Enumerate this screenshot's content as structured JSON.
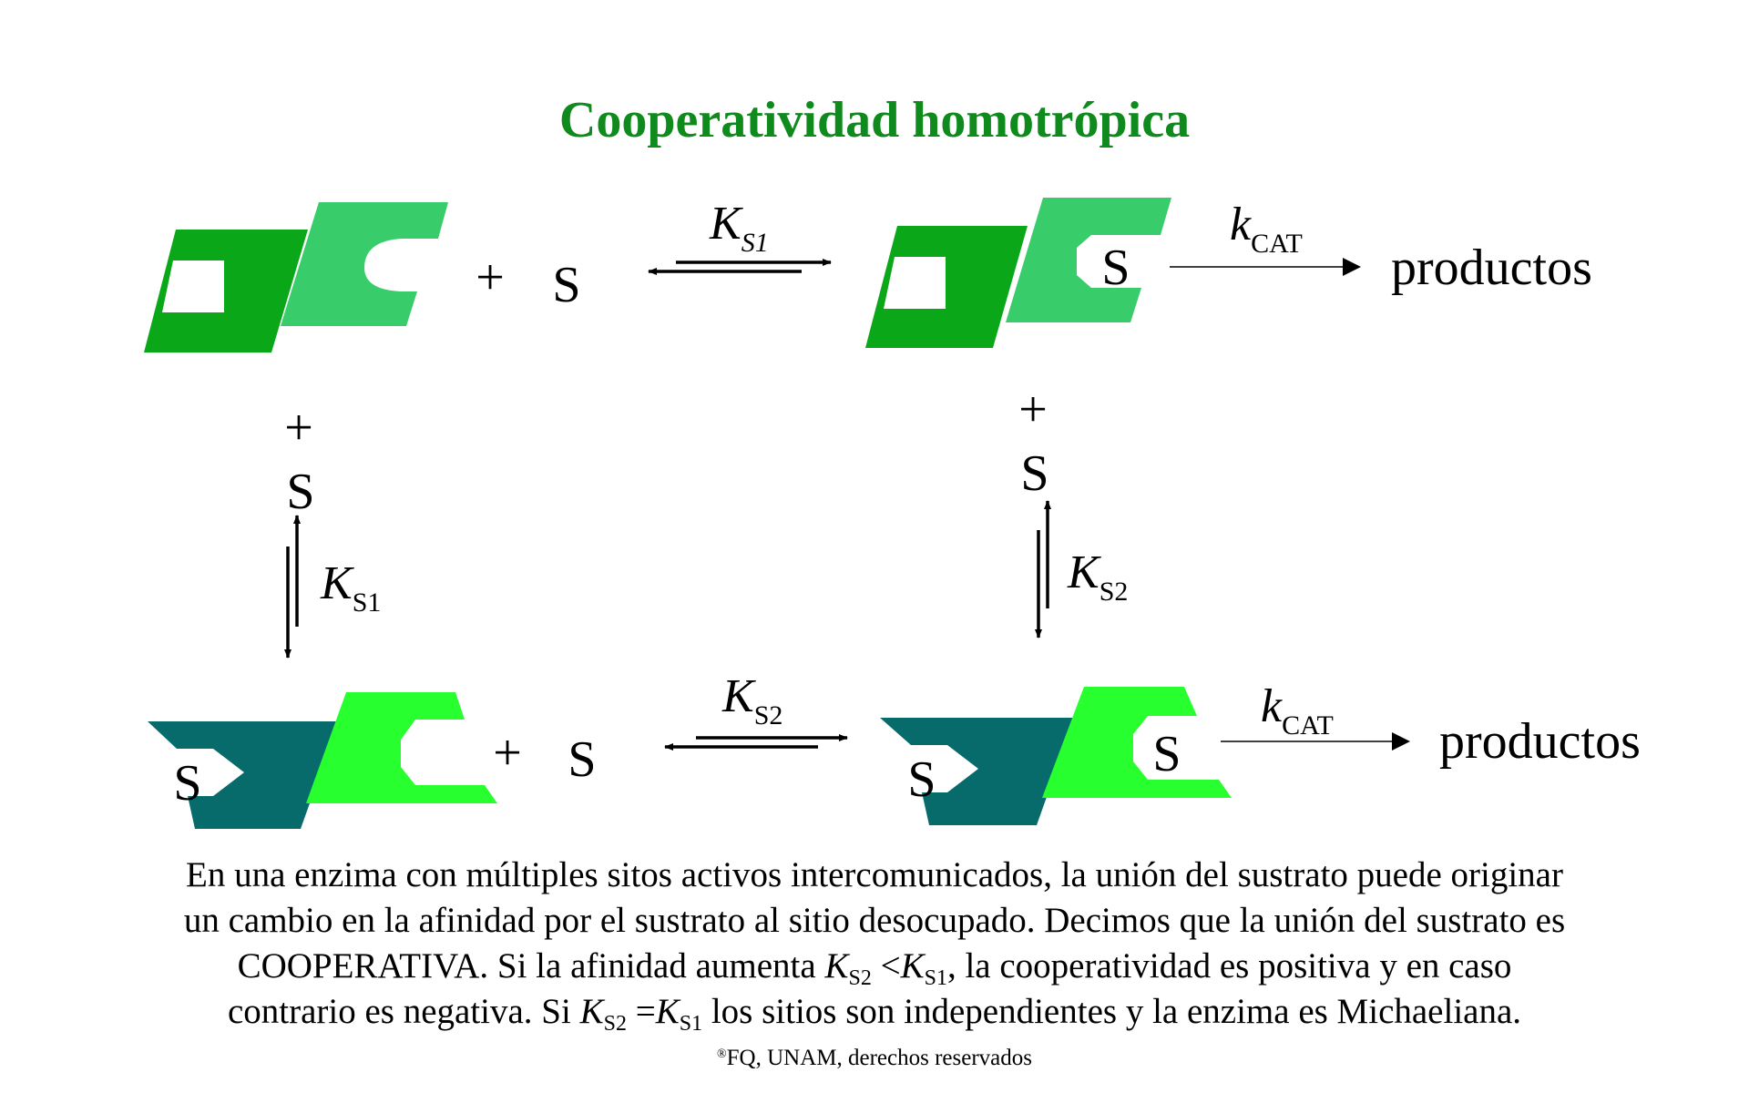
{
  "title": "Cooperatividad homotrópica",
  "symbols": {
    "plus": "+",
    "substrate": "S",
    "k_letter": "K",
    "kcat_letter": "k"
  },
  "constants": {
    "ks1_italic": "S1",
    "ks1": "S1",
    "ks2": "S2",
    "kcat": "CAT"
  },
  "products_label": "productos",
  "colors": {
    "title": "#0f8a1c",
    "subunit_dark_green": "#0aa818",
    "subunit_light_green": "#38cc6a",
    "subunit_teal": "#076b6b",
    "subunit_bright_green": "#28ff2e"
  },
  "caption": {
    "line1": "En una enzima con múltiples sitos activos intercomunicados, la unión del sustrato puede originar",
    "line2": "un cambio en la afinidad por el sustrato al sitio desocupado. Decimos que la unión del sustrato es",
    "line3_a": "COOPERATIVA. Si la afinidad aumenta ",
    "line3_k1": "K",
    "line3_s2": "S2",
    "line3_lt": " <",
    "line3_k2": "K",
    "line3_s1": "S1",
    "line3_b": ", la cooperatividad es positiva y en caso",
    "line4_a": "contrario es negativa. Si ",
    "line4_k1": "K",
    "line4_s2": "S2",
    "line4_eq": " =",
    "line4_k2": "K",
    "line4_s1": "S1",
    "line4_b": " los sitios son independientes y la enzima es Michaeliana."
  },
  "copyright": {
    "mark": "®",
    "text": "FQ, UNAM, derechos reservados"
  }
}
